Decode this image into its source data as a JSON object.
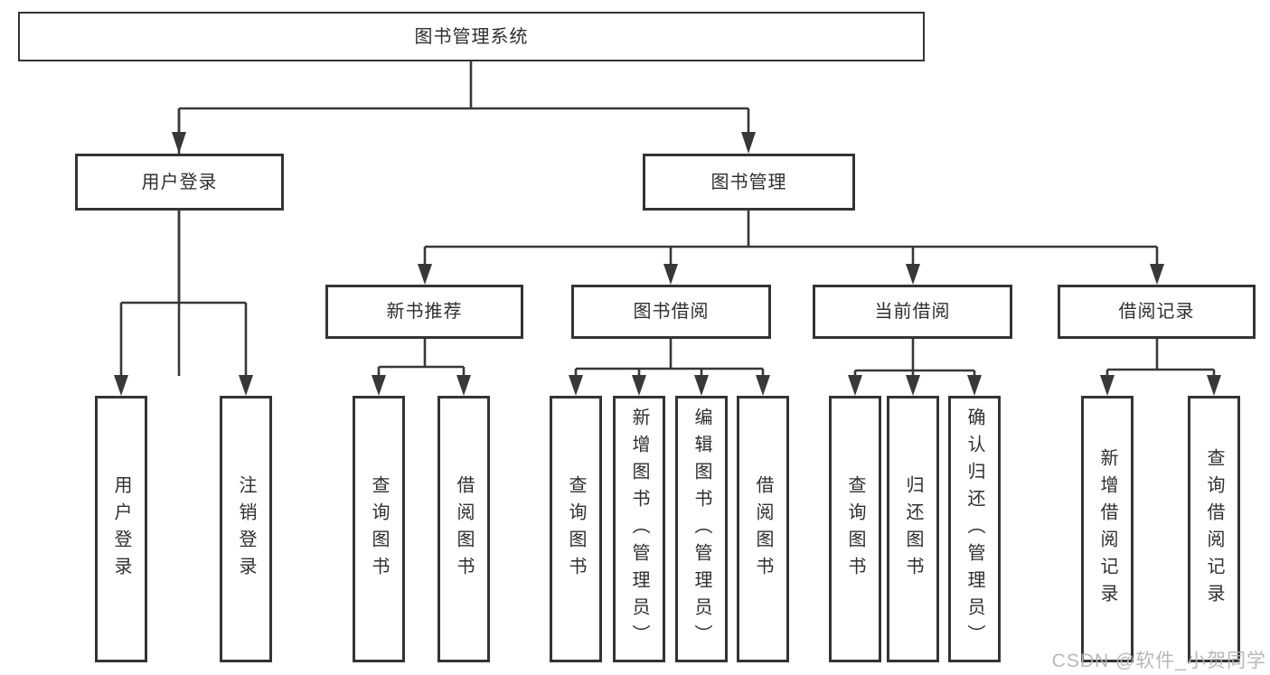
{
  "diagram": {
    "root": {
      "label": "图书管理系统"
    },
    "level2": [
      {
        "label": "用户登录"
      },
      {
        "label": "图书管理"
      }
    ],
    "level3": [
      {
        "label": "新书推荐"
      },
      {
        "label": "图书借阅"
      },
      {
        "label": "当前借阅"
      },
      {
        "label": "借阅记录"
      }
    ],
    "leaves": [
      {
        "label": "用户登录"
      },
      {
        "label": "注销登录"
      },
      {
        "label": "查询图书"
      },
      {
        "label": "借阅图书"
      },
      {
        "label": "查询图书"
      },
      {
        "label": "新增图书（管理员）"
      },
      {
        "label": "编辑图书（管理员）"
      },
      {
        "label": "借阅图书"
      },
      {
        "label": "查询图书"
      },
      {
        "label": "归还图书"
      },
      {
        "label": "确认归还（管理员）"
      },
      {
        "label": "新增借阅记录"
      },
      {
        "label": "查询借阅记录"
      }
    ]
  },
  "watermark": {
    "text": "CSDN @软件_小贺同学"
  },
  "colors": {
    "line": "#383838",
    "box_border": "#343434",
    "text": "#2f2f2f",
    "watermark": "#b2b2b2",
    "background": "#ffffff"
  }
}
